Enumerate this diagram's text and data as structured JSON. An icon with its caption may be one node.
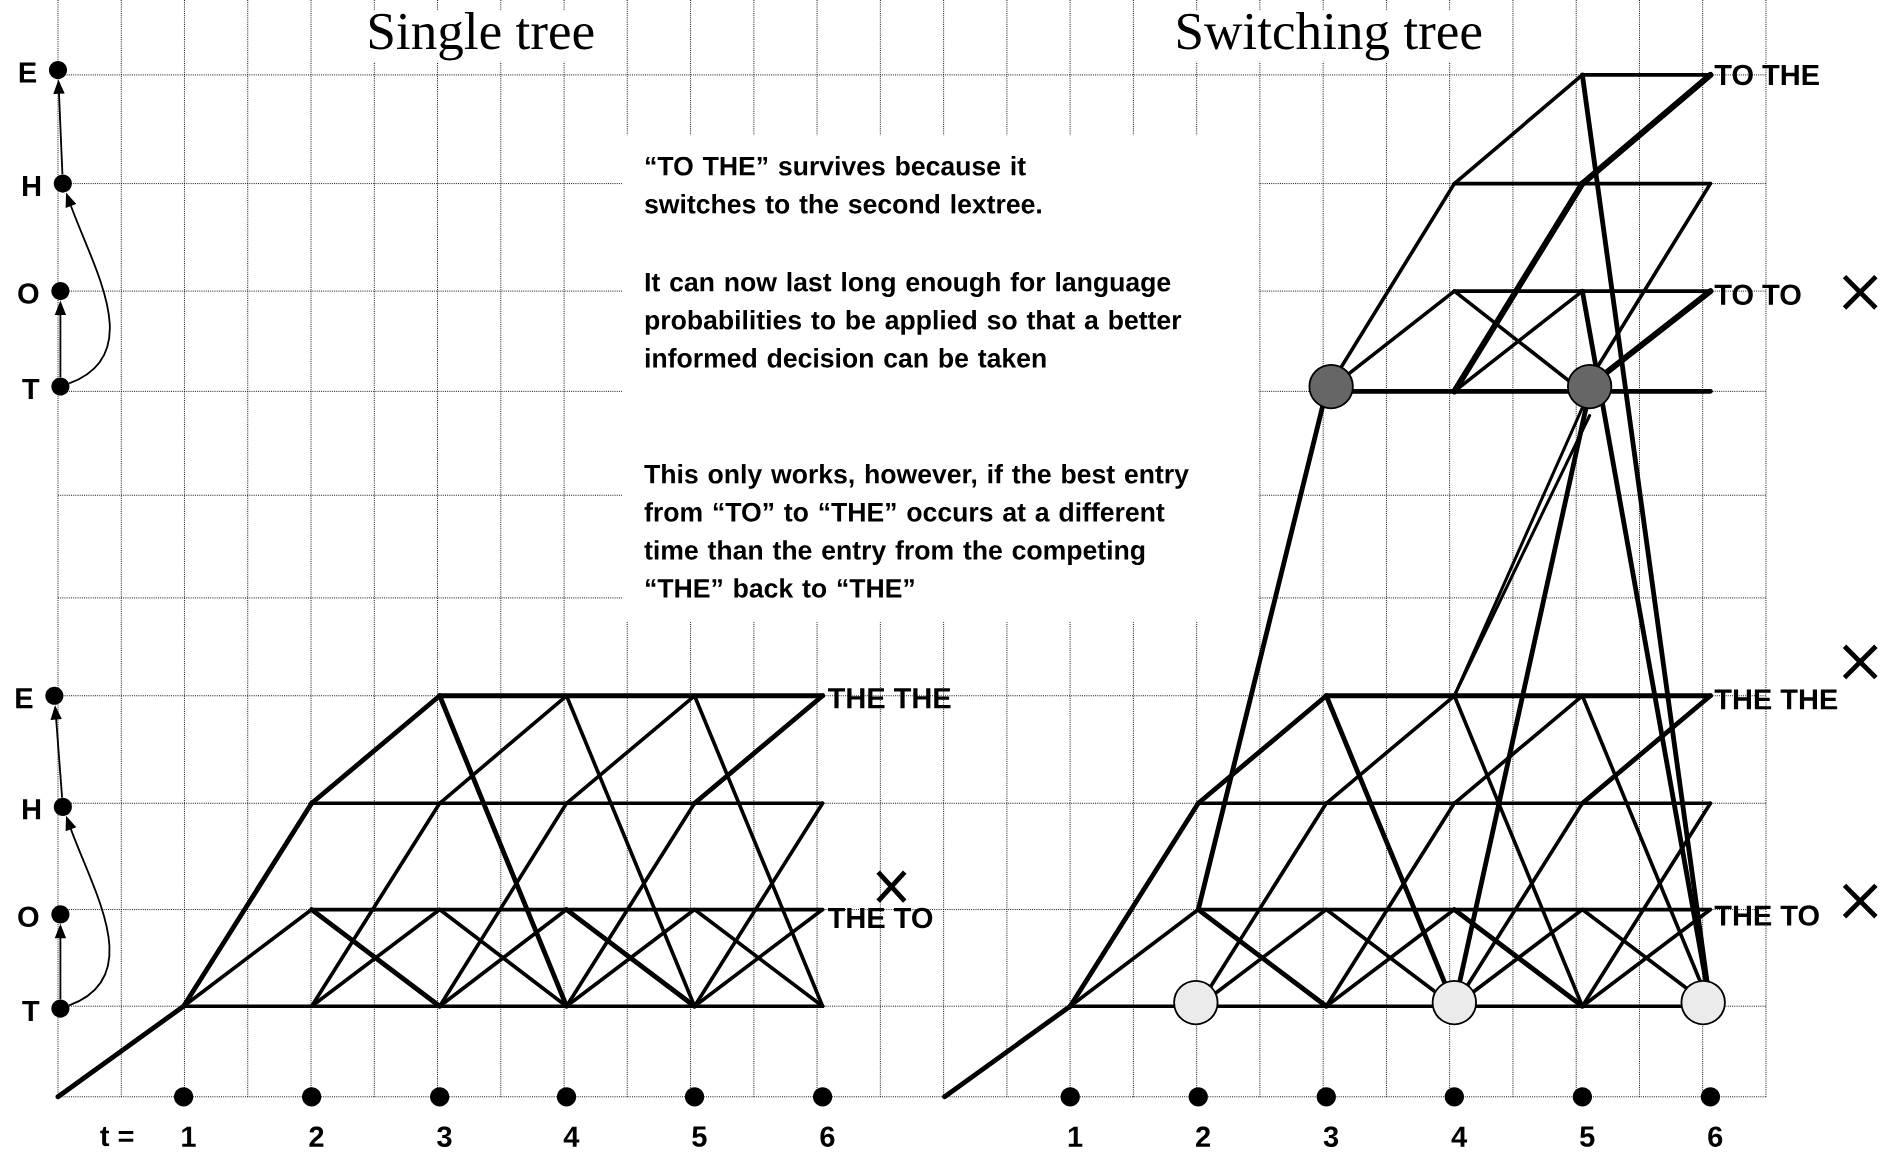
{
  "diagram": {
    "nodes": [
      {
        "text": [],
        "shape": "circle",
        "beside": [
          "E"
        ]
      },
      {
        "text": [],
        "shape": "circle",
        "beside": [
          "H"
        ]
      },
      {
        "text": [],
        "shape": "circle",
        "beside": [
          "O"
        ]
      },
      {
        "text": [],
        "shape": "circle",
        "beside": [
          "T"
        ]
      },
      {
        "text": [],
        "shape": "circle",
        "beside": [
          "E"
        ]
      },
      {
        "text": [],
        "shape": "circle",
        "beside": [
          "H"
        ]
      },
      {
        "text": [],
        "shape": "circle",
        "beside": [
          "O"
        ]
      },
      {
        "text": [],
        "shape": "circle",
        "beside": [
          "T"
        ]
      },
      {
        "text": [],
        "shape": "circle",
        "beside": [
          "1"
        ]
      },
      {
        "text": [],
        "shape": "circle",
        "beside": [
          "2"
        ]
      },
      {
        "text": [],
        "shape": "circle",
        "beside": [
          "3"
        ]
      },
      {
        "text": [],
        "shape": "circle",
        "beside": [
          "4"
        ]
      },
      {
        "text": [],
        "shape": "circle",
        "beside": [
          "5"
        ]
      },
      {
        "text": [],
        "shape": "circle",
        "beside": [
          "6"
        ]
      },
      {
        "text": [],
        "shape": "circle",
        "beside": [
          "1"
        ]
      },
      {
        "text": [],
        "shape": "circle",
        "beside": [
          "2"
        ]
      },
      {
        "text": [],
        "shape": "circle",
        "beside": [
          "3"
        ]
      },
      {
        "text": [],
        "shape": "circle",
        "beside": [
          "4"
        ]
      },
      {
        "text": [],
        "shape": "circle",
        "beside": [
          "5"
        ]
      },
      {
        "text": [],
        "shape": "circle",
        "beside": [
          "6"
        ]
      }
    ],
    "edges": [
      {
        "from": 3,
        "to": 2,
        "arrow": "to"
      },
      {
        "from": 3,
        "to": 1,
        "arrow": "to"
      },
      {
        "from": 1,
        "to": 0,
        "arrow": "to"
      },
      {
        "from": 7,
        "to": 6,
        "arrow": "to"
      },
      {
        "from": 7,
        "to": 5,
        "arrow": "to"
      },
      {
        "from": 5,
        "to": 4,
        "arrow": "to"
      }
    ],
    "labels": [
      "Single tree",
      "Switching tree",
      "“TO THE” survives because it switches to the second lextree.",
      "It can now last long enough for language probabilities to be applied so that a better informed decision can be taken",
      "This only works, however, if the best entry from “TO” to “THE” occurs at a different time than the entry from the competing “THE” back to “THE”",
      "TO THE",
      "TO TO",
      "THE THE",
      "THE THE",
      "THE TO",
      "THE TO",
      "t ="
    ]
  }
}
